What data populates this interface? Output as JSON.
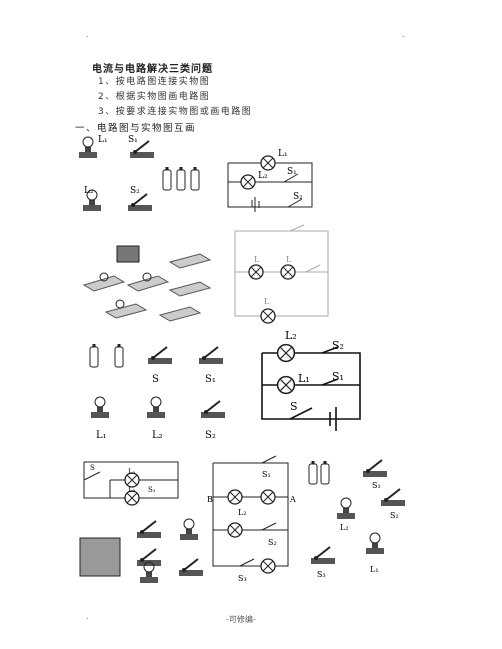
{
  "header": {
    "dot_left": ".",
    "dot_right": "."
  },
  "title": "电流与电路解决三类问题",
  "items": [
    "1、按电路图连接实物图",
    "2、根据实物图画电路图",
    "3、按要求连接实物图或画电路图"
  ],
  "section_heading": "一、电路图与实物图互画",
  "labels": {
    "s1": "S₁",
    "s2": "S₂",
    "l1": "L₁",
    "l2": "L₂",
    "s": "S",
    "s3": "S₃",
    "l": "L",
    "a": "A",
    "b": "B"
  },
  "footer": {
    "dot": ".",
    "text": "-可修编-"
  }
}
